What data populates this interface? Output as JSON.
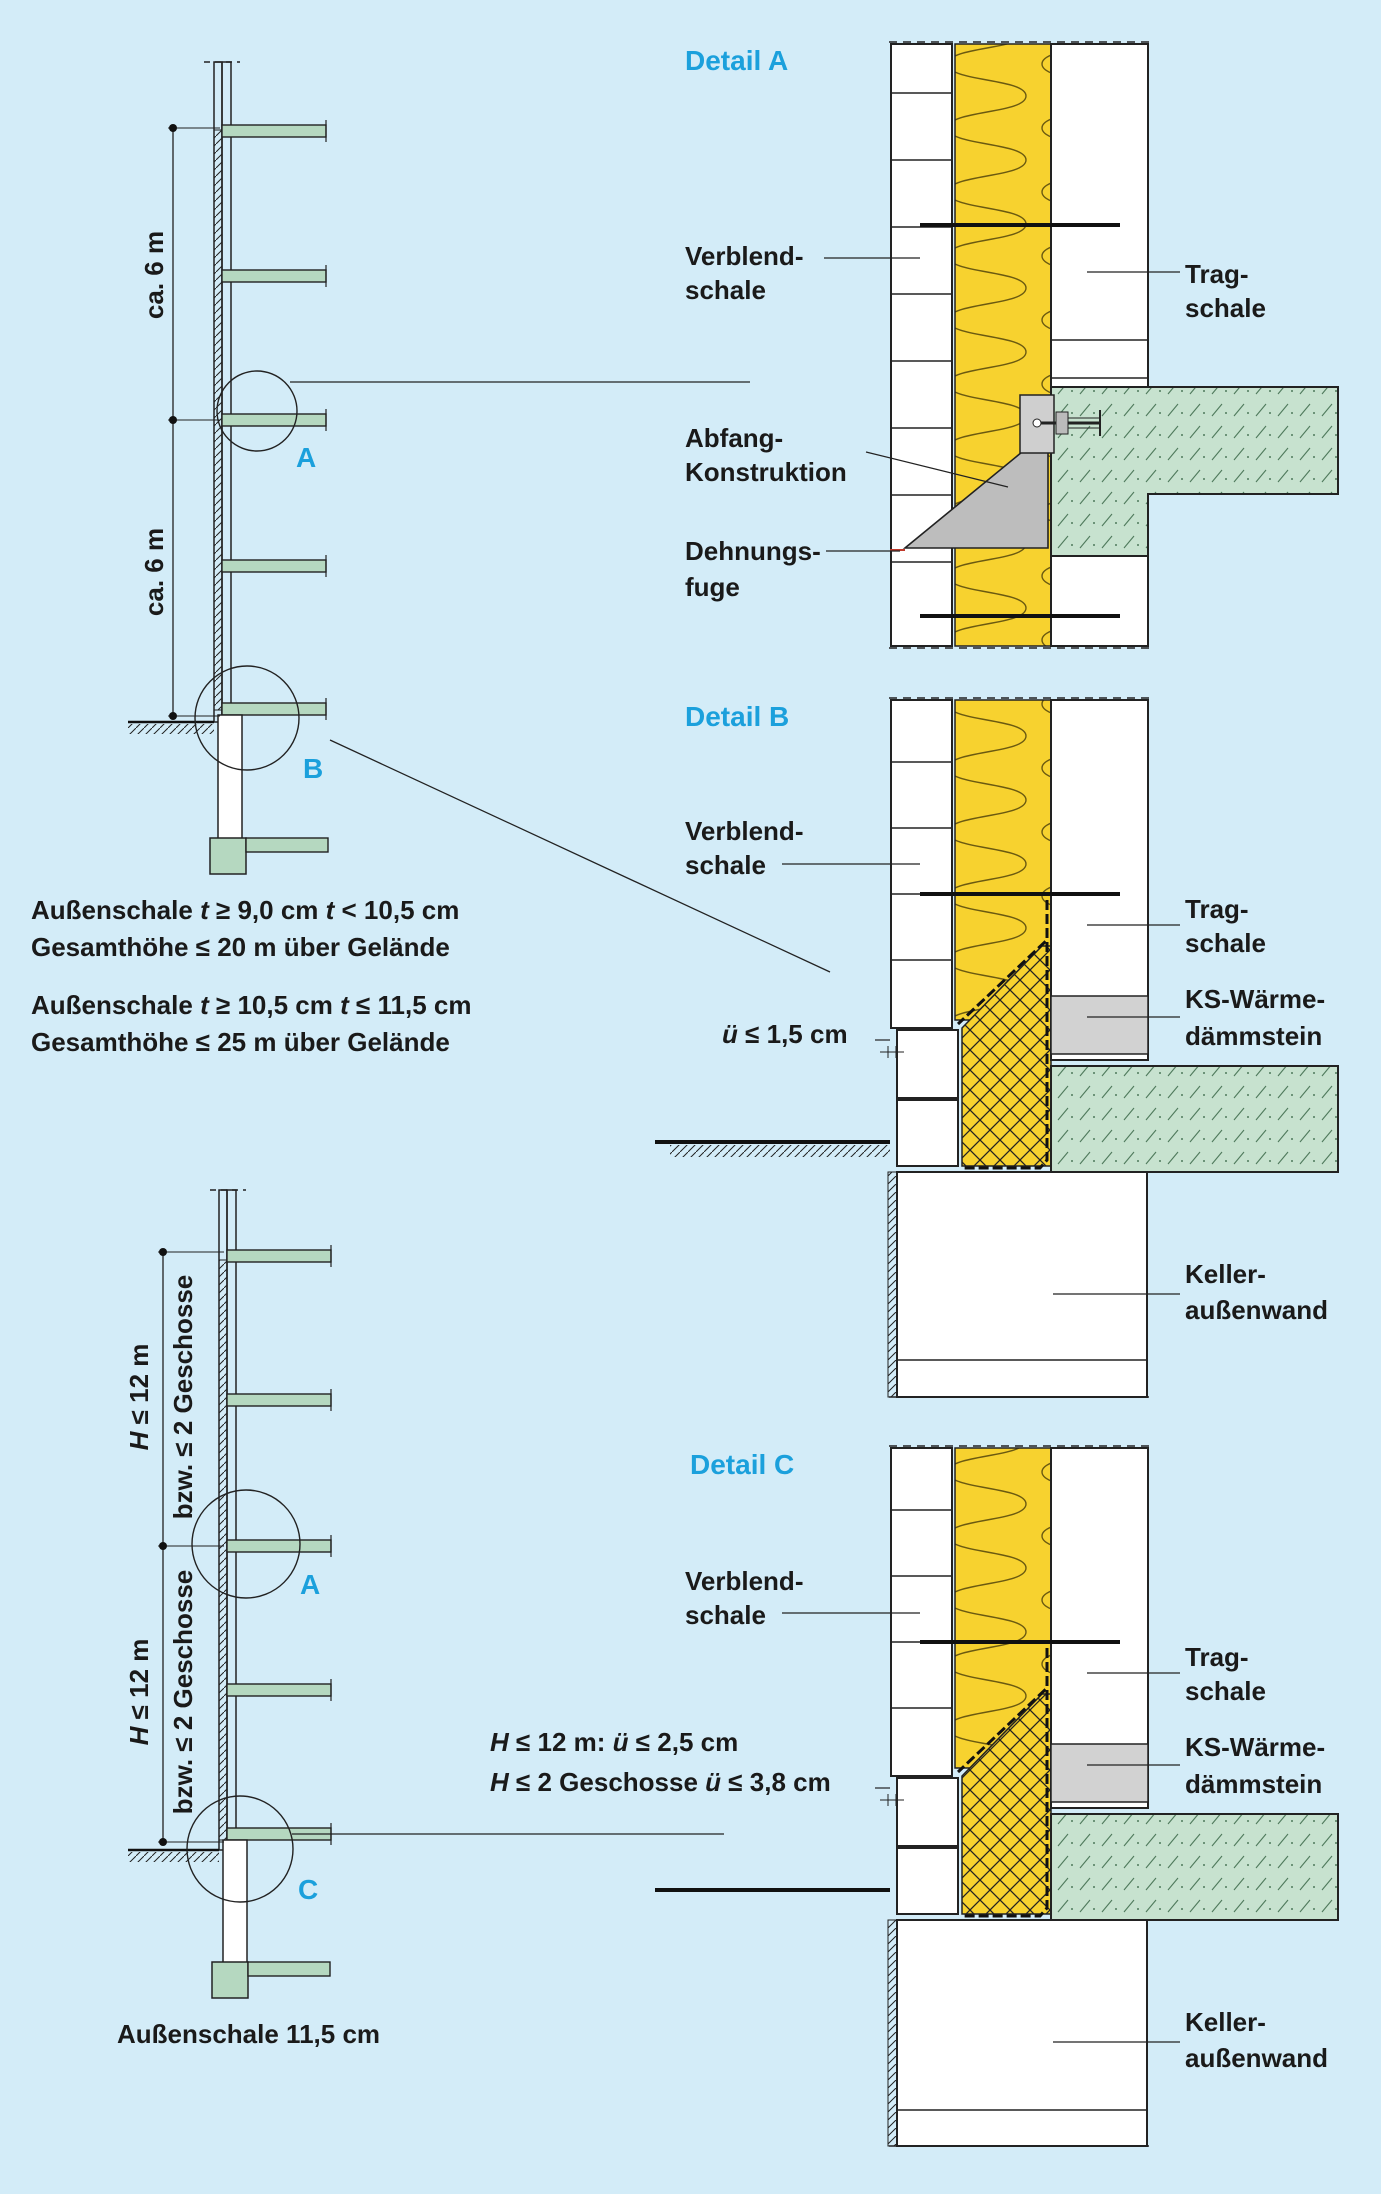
{
  "details": {
    "a": {
      "title": "Detail A",
      "verblend_1": "Verblend-",
      "verblend_2": "schale",
      "trag_1": "Trag-",
      "trag_2": "schale",
      "abfang_1": "Abfang-",
      "abfang_2": "Konstruktion",
      "dehn_1": "Dehnungs-",
      "dehn_2": "fuge"
    },
    "b": {
      "title": "Detail B",
      "verblend_1": "Verblend-",
      "verblend_2": "schale",
      "trag_1": "Trag-",
      "trag_2": "schale",
      "ks_1": "KS-Wärme-",
      "ks_2": "dämmstein",
      "overhang": "≤ 1,5 cm",
      "overhang_var": "ü",
      "keller_1": "Keller-",
      "keller_2": "außenwand"
    },
    "c": {
      "title": "Detail C",
      "verblend_1": "Verblend-",
      "verblend_2": "schale",
      "trag_1": "Trag-",
      "trag_2": "schale",
      "ks_1": "KS-Wärme-",
      "ks_2": "dämmstein",
      "rule1_var": "H",
      "rule1_text": " ≤ 12 m: ",
      "rule1_var2": "ü",
      "rule1_text2": " ≤ 2,5 cm",
      "rule2_var": "H",
      "rule2_text": " ≤ 2 Geschosse ",
      "rule2_var2": "ü",
      "rule2_text2": " ≤ 3,8 cm",
      "keller_1": "Keller-",
      "keller_2": "außenwand"
    }
  },
  "overview_top": {
    "dim1": "ca. 6 m",
    "dim2": "ca. 6 m",
    "marker_a": "A",
    "marker_b": "B",
    "note1_a": "Außenschale ",
    "note1_t1": "t",
    "note1_b": " ≥ 9,0 cm ",
    "note1_t2": "t",
    "note1_c": " < 10,5 cm",
    "note1_line2": "Gesamthöhe ≤ 20 m über Gelände",
    "note2_a": "Außenschale ",
    "note2_t1": "t",
    "note2_b": " ≥ 10,5 cm ",
    "note2_t2": "t",
    "note2_c": " ≤ 11,5 cm",
    "note2_line2": "Gesamthöhe ≤ 25 m über Gelände"
  },
  "overview_bottom": {
    "dim1_var": "H",
    "dim1_text": " ≤ 12 m",
    "dim1_sub": "bzw. ≤ 2 Geschosse",
    "dim2_var": "H",
    "dim2_text": " ≤ 12 m",
    "dim2_sub": "bzw. ≤ 2 Geschosse",
    "marker_a": "A",
    "marker_c": "C",
    "caption": "Außenschale 11,5 cm"
  },
  "colors": {
    "background": "#d3ecf8",
    "insulation": "#f7d22f",
    "concrete": "#c7e2cf",
    "slab": "#b5d8c0",
    "ks_block": "#d2d2d2",
    "accent": "#1ba0dc",
    "brick": "#ffffff"
  },
  "icons": [
    "insulation-pattern",
    "concrete-hatch",
    "crosshatch-pattern",
    "ground-hatch"
  ]
}
